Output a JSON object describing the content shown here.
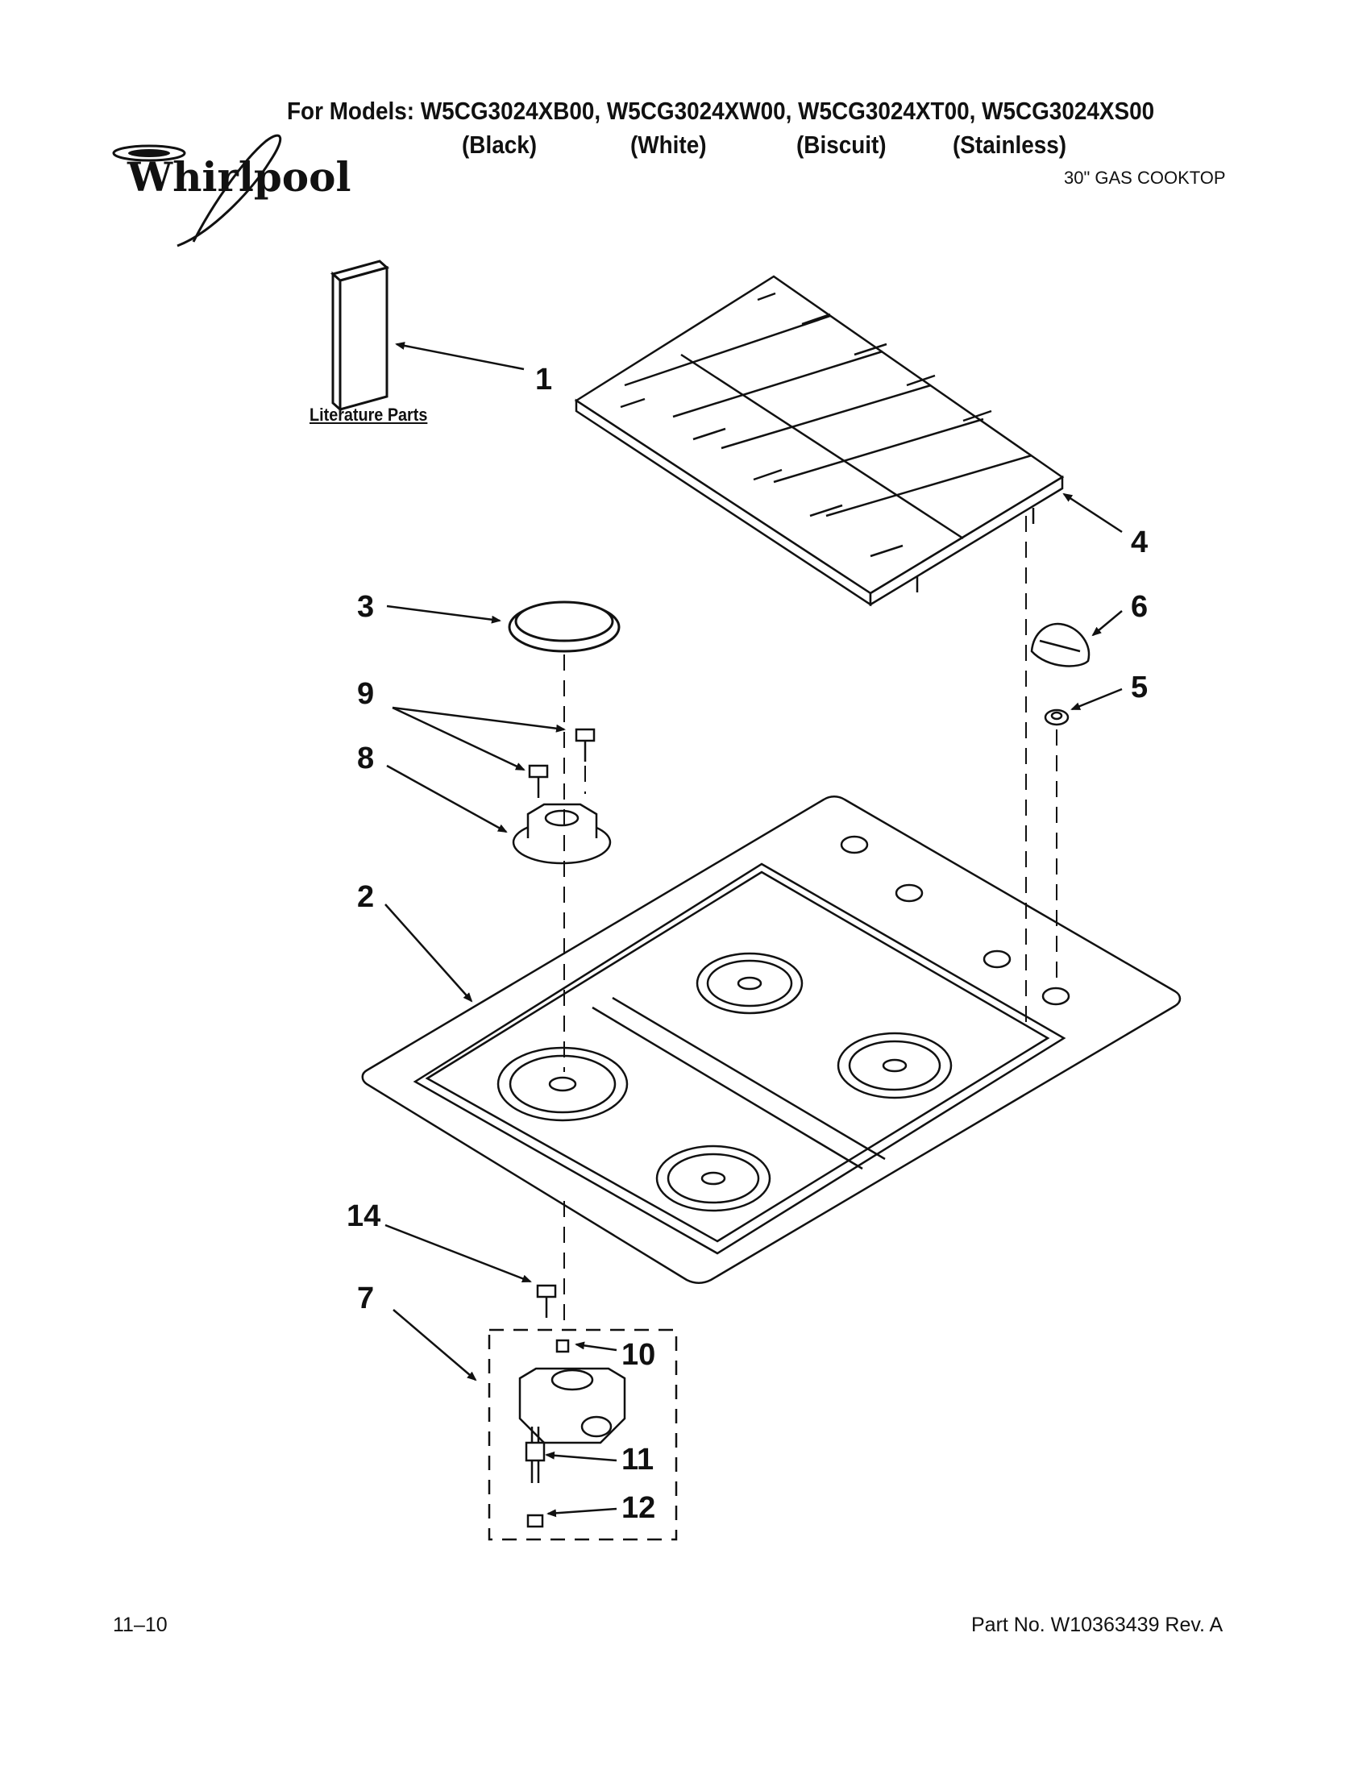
{
  "header": {
    "models_line": "For Models: W5CG3024XB00, W5CG3024XW00, W5CG3024XT00, W5CG3024XS00",
    "colors": [
      "(Black)",
      "(White)",
      "(Biscuit)",
      "(Stainless)"
    ],
    "product": "30\" GAS COOKTOP",
    "brand": "Whirlpool"
  },
  "literature_label": "Literature Parts",
  "callouts": [
    "1",
    "2",
    "3",
    "4",
    "5",
    "6",
    "7",
    "8",
    "9",
    "10",
    "11",
    "12",
    "14"
  ],
  "footer": {
    "date": "11–10",
    "part_number": "Part No. W10363439 Rev. A"
  }
}
